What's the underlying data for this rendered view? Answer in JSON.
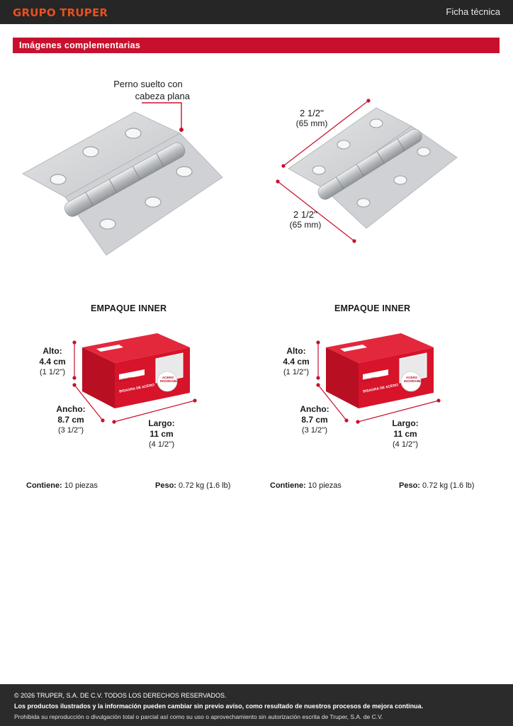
{
  "header": {
    "brand": "GRUPO TRUPER",
    "document_type": "Ficha técnica"
  },
  "section": {
    "title": "Imágenes complementarias"
  },
  "hinge_left": {
    "callout_line1": "Perno suelto con",
    "callout_line2": "cabeza plana"
  },
  "hinge_right": {
    "dim_top_value": "2 1/2''",
    "dim_top_mm": "(65 mm)",
    "dim_bottom_value": "2 1/2''",
    "dim_bottom_mm": "(65 mm)"
  },
  "packages": [
    {
      "title": "EMPAQUE INNER",
      "alto_label": "Alto:",
      "alto_cm": "4.4 cm",
      "alto_in": "(1 1/2'')",
      "ancho_label": "Ancho:",
      "ancho_cm": "8.7 cm",
      "ancho_in": "(3 1/2'')",
      "largo_label": "Largo:",
      "largo_cm": "11 cm",
      "largo_in": "(4 1/2'')",
      "contiene_label": "Contiene:",
      "contiene_value": "10 piezas",
      "peso_label": "Peso:",
      "peso_value": "0.72 kg (1.6 lb)",
      "box_brand": "HERMEX",
      "box_product": "BISAGRA DE ACERO",
      "box_badge_line1": "ACERO",
      "box_badge_line2": "INOXIDABLE"
    },
    {
      "title": "EMPAQUE INNER",
      "alto_label": "Alto:",
      "alto_cm": "4.4 cm",
      "alto_in": "(1 1/2'')",
      "ancho_label": "Ancho:",
      "ancho_cm": "8.7 cm",
      "ancho_in": "(3 1/2'')",
      "largo_label": "Largo:",
      "largo_cm": "11 cm",
      "largo_in": "(4 1/2'')",
      "contiene_label": "Contiene:",
      "contiene_value": "10 piezas",
      "peso_label": "Peso:",
      "peso_value": "0.72 kg (1.6 lb)",
      "box_brand": "HERMEX",
      "box_product": "BISAGRA DE ACERO",
      "box_badge_line1": "ACERO",
      "box_badge_line2": "INOXIDABLE"
    }
  ],
  "footer": {
    "copyright": "© 2026 TRUPER, S.A. DE C.V. TODOS LOS DERECHOS RESERVADOS.",
    "notice": "Los productos ilustrados y la información pueden cambiar sin previo aviso, como resultado de nuestros procesos de mejora continua.",
    "legal": "Prohibida su reproducción o divulgación total o parcial así como su uso o aprovechamiento sin autorización escrita de Truper, S.A. de C.V."
  },
  "colors": {
    "header_bg": "#262626",
    "brand_orange": "#e8501e",
    "section_red": "#c8102e",
    "footer_bg": "#2b2b2b",
    "steel": "#d4d6d8",
    "box_red": "#d7142a"
  }
}
